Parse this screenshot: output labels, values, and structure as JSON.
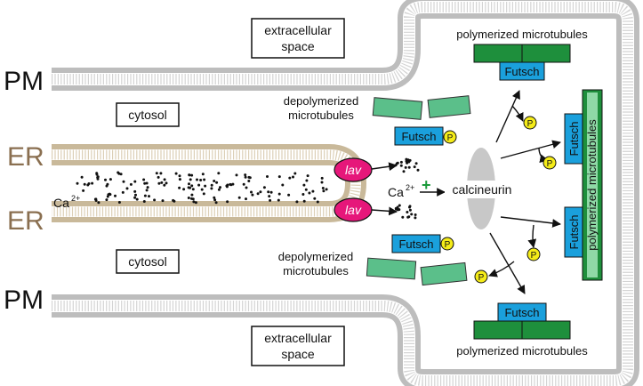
{
  "labels": {
    "pm_top": "PM",
    "pm_bottom": "PM",
    "er_top": "ER",
    "er_bottom": "ER",
    "extracellular_top_1": "extracellular",
    "extracellular_top_2": "space",
    "extracellular_bottom_1": "extracellular",
    "extracellular_bottom_2": "space",
    "cytosol_top": "cytosol",
    "cytosol_bottom": "cytosol",
    "ca_left": "Ca",
    "ca_left_sup": "2+",
    "ca_mid": "Ca",
    "ca_mid_sup": "2+",
    "plus": "+",
    "calcineurin": "calcineurin",
    "lav_top": "lav",
    "lav_bottom": "lav",
    "depoly_top_1": "depolymerized",
    "depoly_top_2": "microtubules",
    "depoly_bottom_1": "depolymerized",
    "depoly_bottom_2": "microtubules",
    "poly_top": "polymerized microtubules",
    "poly_bottom": "polymerized microtubules",
    "poly_right": "polymerized microtubules",
    "futsch": "Futsch",
    "phospho": "P"
  },
  "colors": {
    "membrane_pm": "#bdbdbd",
    "membrane_er": "#c9b99a",
    "lav": "#e6177a",
    "futsch": "#1aa0dc",
    "microtubule_poly": "#1e8f3c",
    "microtubule_depoly": "#5bbf8a",
    "phospho": "#f5ec18",
    "calcineurin": "#c8c8c8",
    "label_er": "#8a6f50",
    "plus": "#1a9a3a"
  }
}
